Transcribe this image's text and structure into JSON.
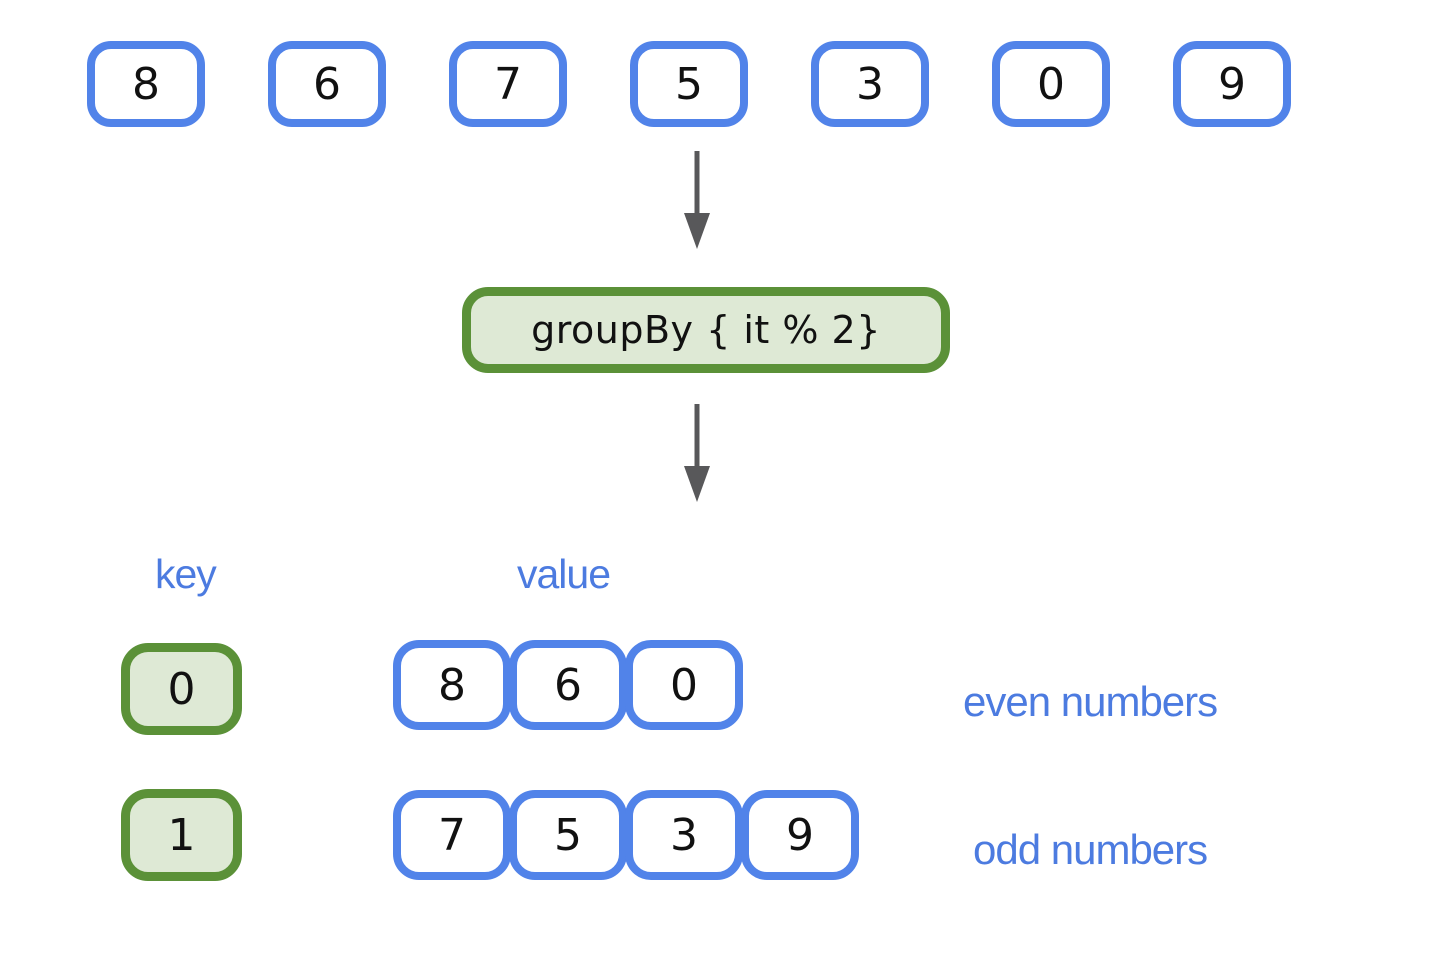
{
  "diagram": {
    "description": "groupBy collection operation diagram"
  },
  "source_list": [
    "8",
    "6",
    "7",
    "5",
    "3",
    "0",
    "9"
  ],
  "operation": {
    "label": "groupBy { it % 2}"
  },
  "result": {
    "key_header": "key",
    "value_header": "value",
    "groups": [
      {
        "key": "0",
        "values": [
          "8",
          "6",
          "0"
        ],
        "annotation": "even numbers"
      },
      {
        "key": "1",
        "values": [
          "7",
          "5",
          "3",
          "9"
        ],
        "annotation": "odd numbers"
      }
    ]
  },
  "colors": {
    "box_border_blue": "#5183E9",
    "label_blue": "#4C7BE0",
    "green_border": "#5B9138",
    "green_fill": "#DEE9D5",
    "arrow_gray": "#58585A",
    "digit_black": "#111111",
    "background": "#FFFFFF"
  },
  "icons": {
    "down_arrow": "↓"
  }
}
